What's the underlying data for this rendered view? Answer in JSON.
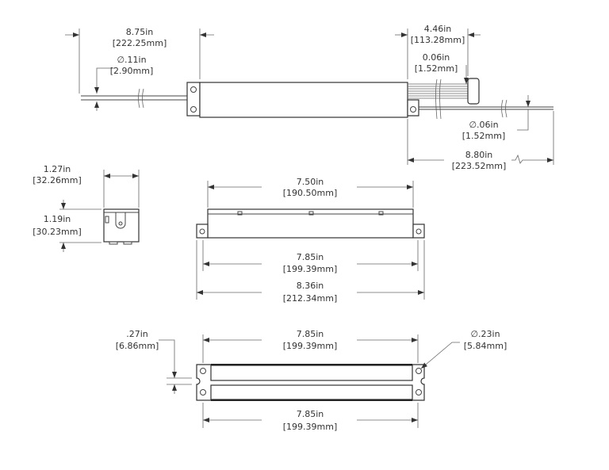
{
  "title": "Ballast dimensional drawing",
  "top_view": {
    "overall_length": {
      "in": "8.75in",
      "mm": "[222.25mm]"
    },
    "input_wire_dia": {
      "in": "∅.11in",
      "mm": "[2.90mm]"
    },
    "output_lead_length": {
      "in": "4.46in",
      "mm": "[113.28mm]"
    },
    "connector_offset": {
      "in": "0.06in",
      "mm": "[1.52mm]"
    },
    "output_wire_dia": {
      "in": "∅.06in",
      "mm": "[1.52mm]"
    },
    "output_wire_length": {
      "in": "8.80in",
      "mm": "[223.52mm]"
    }
  },
  "end_view": {
    "width": {
      "in": "1.27in",
      "mm": "[32.26mm]"
    },
    "height": {
      "in": "1.19in",
      "mm": "[30.23mm]"
    }
  },
  "side_view": {
    "body_length": {
      "in": "7.50in",
      "mm": "[190.50mm]"
    },
    "mount_centers": {
      "in": "7.85in",
      "mm": "[199.39mm]"
    },
    "overall_length": {
      "in": "8.36in",
      "mm": "[212.34mm]"
    }
  },
  "bottom_view": {
    "slot_width": {
      "in": ".27in",
      "mm": "[6.86mm]"
    },
    "mount_centers_top": {
      "in": "7.85in",
      "mm": "[199.39mm]"
    },
    "hole_dia": {
      "in": "∅.23in",
      "mm": "[5.84mm]"
    },
    "mount_centers_bottom": {
      "in": "7.85in",
      "mm": "[199.39mm]"
    }
  }
}
